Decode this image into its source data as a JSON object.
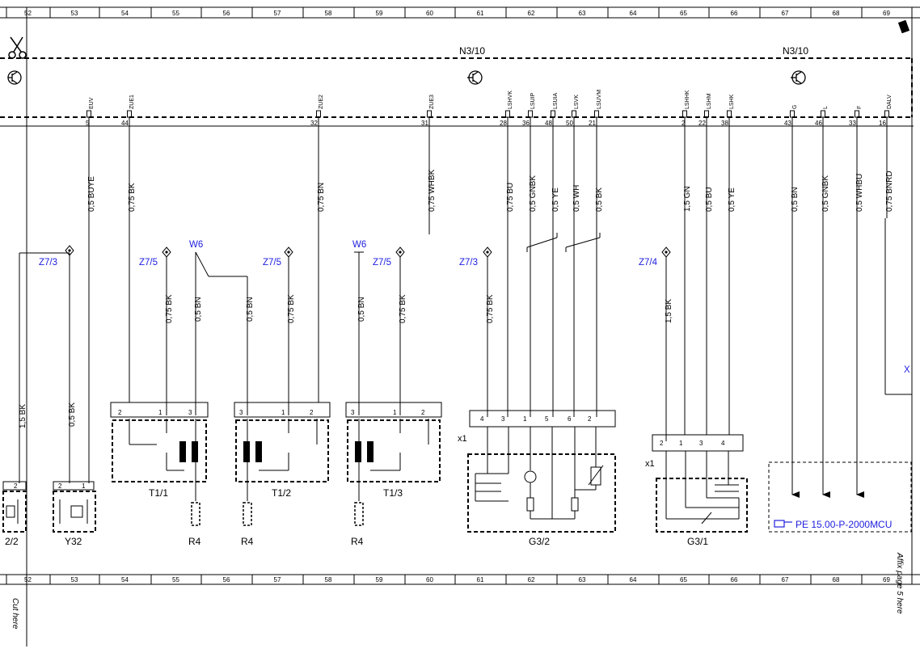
{
  "grid_numbers": [
    "52",
    "53",
    "54",
    "55",
    "56",
    "57",
    "58",
    "59",
    "60",
    "61",
    "62",
    "63",
    "64",
    "65",
    "66",
    "67",
    "68",
    "69"
  ],
  "module_labels": [
    "N3/10",
    "N3/10"
  ],
  "pins": [
    {
      "name": "EUV",
      "num": "5"
    },
    {
      "name": "ZUE1",
      "num": "44"
    },
    {
      "name": "ZUE2",
      "num": "32"
    },
    {
      "name": "ZUE3",
      "num": "31"
    },
    {
      "name": "LSHVK",
      "num": "28"
    },
    {
      "name": "LSUIP",
      "num": "36"
    },
    {
      "name": "LSUIA",
      "num": "48"
    },
    {
      "name": "LSVK",
      "num": "50"
    },
    {
      "name": "LSUVM",
      "num": "21"
    },
    {
      "name": "LSHHK",
      "num": "2"
    },
    {
      "name": "LSHM",
      "num": "22"
    },
    {
      "name": "LSHK",
      "num": "38"
    },
    {
      "name": "G",
      "num": "43"
    },
    {
      "name": "L",
      "num": "46"
    },
    {
      "name": "F",
      "num": "33"
    },
    {
      "name": "DALV",
      "num": "16"
    }
  ],
  "wires_top": [
    "0,5 BUYE",
    "0,75 BK",
    "0,75 BN",
    "0,75 WHBK",
    "0,75 BU",
    "0,5 GNBK",
    "0,5 YE",
    "0,5 WH",
    "0,5 BK",
    "1,5 GN",
    "0,5 BU",
    "0,5 YE",
    "0,5 BN",
    "0,5 GNBK",
    "0,5 WHBU",
    "0,75 BNRD"
  ],
  "wires_lower": [
    "1,5 BK",
    "0,5 BK",
    "0,75 BK",
    "0,5 BN",
    "0,5 BN",
    "0,75 BK",
    "0,5 BN",
    "0,75 BK",
    "0,75 BK",
    "1,5 BK"
  ],
  "connector_refs": [
    "Z7/3",
    "Z7/5",
    "W6",
    "Z7/5",
    "W6",
    "Z7/5",
    "Z7/3",
    "Z7/4",
    "X"
  ],
  "component_labels": [
    "2/2",
    "Y32",
    "T1/1",
    "R4",
    "T1/2",
    "R4",
    "T1/3",
    "R4",
    "G3/2",
    "G3/1",
    "x1",
    "x1"
  ],
  "connector_pins": {
    "y_left": [
      "2"
    ],
    "y32": [
      "2",
      "1"
    ],
    "t11": [
      "2",
      "1",
      "3"
    ],
    "t12": [
      "3",
      "1",
      "2"
    ],
    "t13": [
      "3",
      "1",
      "2"
    ],
    "g32": [
      "4",
      "3",
      "1",
      "5",
      "6",
      "2"
    ],
    "g31": [
      "2",
      "1",
      "3",
      "4"
    ]
  },
  "reference_text": "PE 15.00-P-2000MCU",
  "side_note": "Affix page 5 here",
  "cut_note": "Cut here",
  "colors": {
    "line": "#000000",
    "connector_ref": "#2020e0"
  }
}
